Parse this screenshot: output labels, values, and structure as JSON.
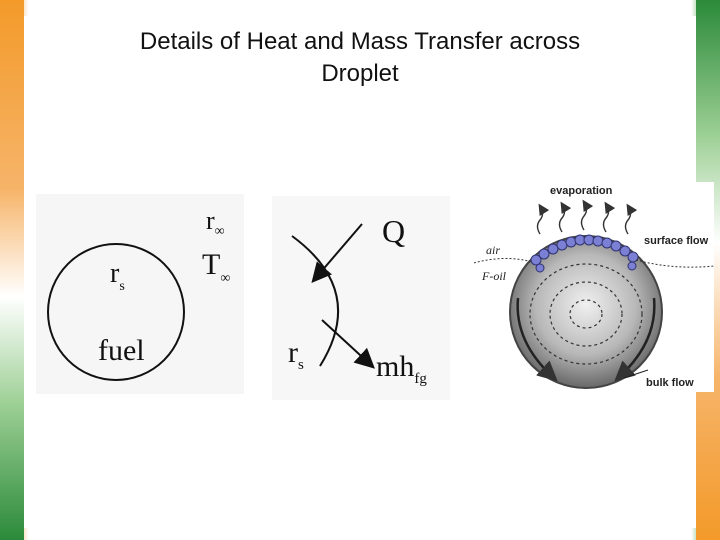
{
  "slide": {
    "title_line1": "Details of Heat and Mass Transfer  across",
    "title_line2": "Droplet"
  },
  "left_figure": {
    "r_inf_base": "r",
    "r_inf_sub": "∞",
    "t_inf_base": "T",
    "t_inf_sub": "∞",
    "rs_base": "r",
    "rs_sub": "s",
    "fuel_label": "fuel"
  },
  "middle_figure": {
    "q_label": "Q",
    "rs_base": "r",
    "rs_sub": "s",
    "mh_base": "mh",
    "mh_sub": "fg"
  },
  "right_figure": {
    "evaporation_label": "evaporation",
    "air_label": "air",
    "foil_label": "F-oil",
    "surface_flow_label": "surface flow",
    "bulk_flow_label": "bulk flow"
  },
  "colors": {
    "orange": "#f39a2a",
    "green": "#2b8a3a",
    "droplet_gray": "#9a9a9a",
    "bubble_blue": "#6f74c9"
  }
}
